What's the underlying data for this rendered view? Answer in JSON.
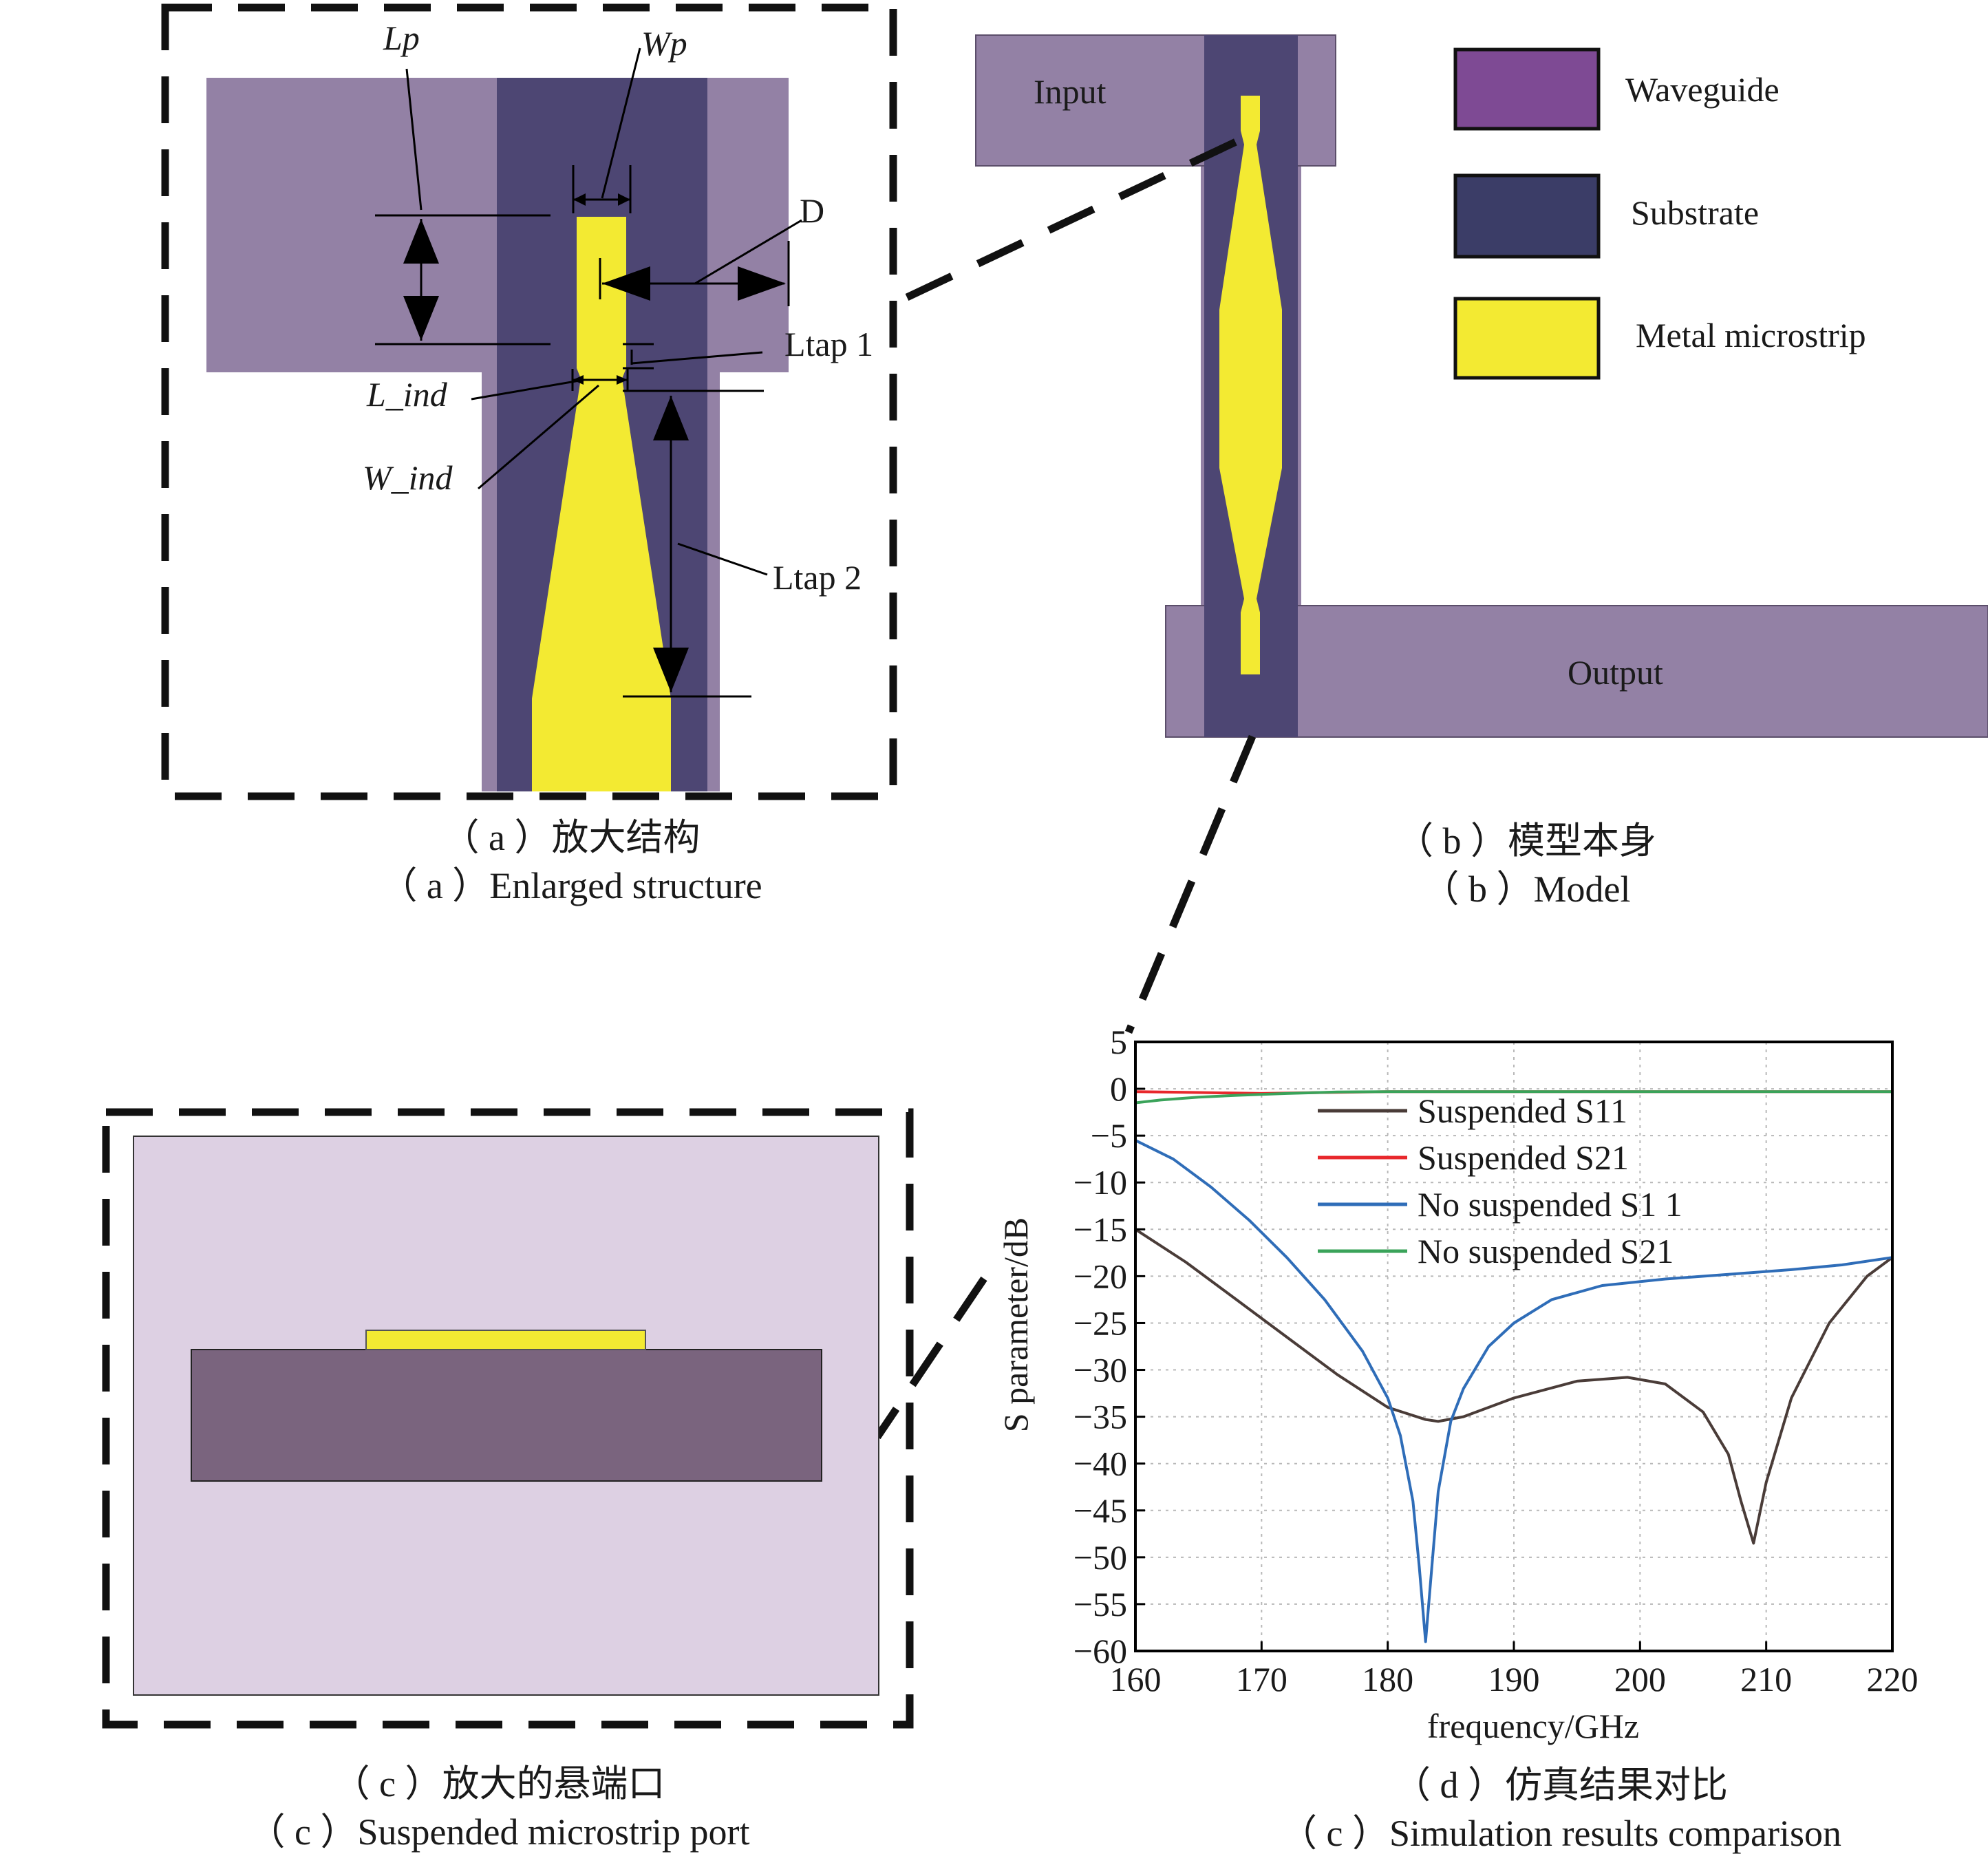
{
  "panel_a": {
    "labels": {
      "lp": "Lp",
      "wp": "Wp",
      "d": "D",
      "ltap1": "Ltap 1",
      "l_ind": "L_ind",
      "w_ind": "W_ind",
      "ltap2": "Ltap 2"
    },
    "caption_cn": "（ a ）放大结构",
    "caption_en": "（ a ）Enlarged structure"
  },
  "panel_b": {
    "input_label": "Input",
    "output_label": "Output",
    "legend": [
      {
        "label": "Waveguide",
        "color": "#7e4a94"
      },
      {
        "label": "Substrate",
        "color": "#3b3d67"
      },
      {
        "label": "Metal microstrip",
        "color": "#f3ea32"
      }
    ],
    "caption_cn": "（ b ）模型本身",
    "caption_en": "（ b ）Model"
  },
  "panel_c": {
    "caption_cn": "（ c ）放大的悬端口",
    "caption_en": "（ c ）Suspended microstrip port"
  },
  "panel_d": {
    "caption_cn": "（ d ）仿真结果对比",
    "caption_en": "（ c ）Simulation results comparison"
  },
  "colors": {
    "waveguide": "#9381a5",
    "substrate": "#4d4673",
    "metal": "#f3ea32",
    "port_bg": "#ddd0e3",
    "port_substrate": "#7a647e"
  },
  "chart_data": {
    "type": "line",
    "xlabel": "frequency/GHz",
    "ylabel": "S parameter/dB",
    "xlim": [
      160,
      220
    ],
    "ylim": [
      -60,
      5
    ],
    "xticks": [
      "160",
      "170",
      "180",
      "190",
      "200",
      "210",
      "220"
    ],
    "yticks": [
      "5",
      "0",
      "−5",
      "−10",
      "−15",
      "−20",
      "−25",
      "−30",
      "−35",
      "−40",
      "−45",
      "−50",
      "−55",
      "−60"
    ],
    "grid": true,
    "legend_position": "upper-left",
    "series": [
      {
        "name": "Suspended S11",
        "color": "#4a3c38",
        "x": [
          160,
          164,
          168,
          172,
          176,
          180,
          183,
          184,
          186,
          190,
          195,
          199,
          202,
          205,
          207,
          208,
          209,
          210,
          212,
          215,
          218,
          220
        ],
        "y": [
          -15,
          -18.5,
          -22.5,
          -26.5,
          -30.5,
          -34,
          -35.3,
          -35.5,
          -35,
          -33,
          -31.2,
          -30.8,
          -31.5,
          -34.5,
          -39,
          -44,
          -48.5,
          -42,
          -33,
          -25,
          -20,
          -18
        ]
      },
      {
        "name": "Suspended S21",
        "color": "#e8282c",
        "x": [
          160,
          165,
          170,
          175,
          180,
          190,
          200,
          210,
          220
        ],
        "y": [
          -0.3,
          -0.4,
          -0.5,
          -0.4,
          -0.3,
          -0.3,
          -0.3,
          -0.3,
          -0.3
        ]
      },
      {
        "name": "No suspended S1 1",
        "color": "#2f6db8",
        "x": [
          160,
          163,
          166,
          169,
          172,
          175,
          178,
          180,
          181,
          182,
          182.5,
          183,
          183.5,
          184,
          185,
          186,
          188,
          190,
          193,
          197,
          202,
          207,
          212,
          216,
          220
        ],
        "y": [
          -5.5,
          -7.5,
          -10.5,
          -14,
          -18,
          -22.5,
          -28,
          -33,
          -37,
          -44,
          -51,
          -59,
          -51,
          -43,
          -35.5,
          -32,
          -27.5,
          -25,
          -22.5,
          -21,
          -20.3,
          -19.8,
          -19.3,
          -18.8,
          -18
        ]
      },
      {
        "name": "No suspended S21",
        "color": "#3aa35a",
        "x": [
          160,
          162,
          165,
          168,
          172,
          176,
          180,
          190,
          200,
          210,
          220
        ],
        "y": [
          -1.5,
          -1.2,
          -0.9,
          -0.7,
          -0.5,
          -0.35,
          -0.3,
          -0.3,
          -0.3,
          -0.3,
          -0.3
        ]
      }
    ]
  }
}
